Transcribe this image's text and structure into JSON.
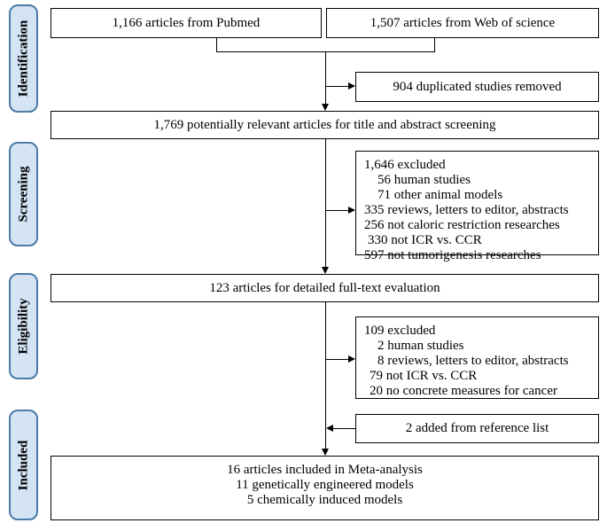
{
  "stages": {
    "identification": "Identification",
    "screening": "Screening",
    "eligibility": "Eligibility",
    "included": "Included"
  },
  "identification": {
    "pubmed": "1,166 articles from Pubmed",
    "wos": "1,507 articles from Web of science",
    "duplicates": "904 duplicated studies removed"
  },
  "screening": {
    "relevant": "1,769 potentially relevant articles for title and abstract screening",
    "excluded_title": "1,646 excluded",
    "excluded_items": [
      "56 human studies",
      "71 other animal models",
      "335 reviews, letters to editor, abstracts",
      "256 not caloric restriction researches",
      "330 not ICR vs. CCR",
      "597 not tumorigenesis researches"
    ]
  },
  "eligibility": {
    "fulltext": "123 articles for detailed full-text evaluation",
    "excluded_title": "109 excluded",
    "excluded_items": [
      "2 human studies",
      "8 reviews, letters to editor, abstracts",
      "79 not ICR vs. CCR",
      "20 no concrete measures for cancer"
    ],
    "added": "2 added from reference list"
  },
  "included": {
    "line1": "16 articles included in Meta-analysis",
    "line2": "11 genetically engineered models",
    "line3": "5 chemically induced models"
  },
  "colors": {
    "stage_fill": "#d4e4f5",
    "stage_border": "#4c7aa6"
  }
}
